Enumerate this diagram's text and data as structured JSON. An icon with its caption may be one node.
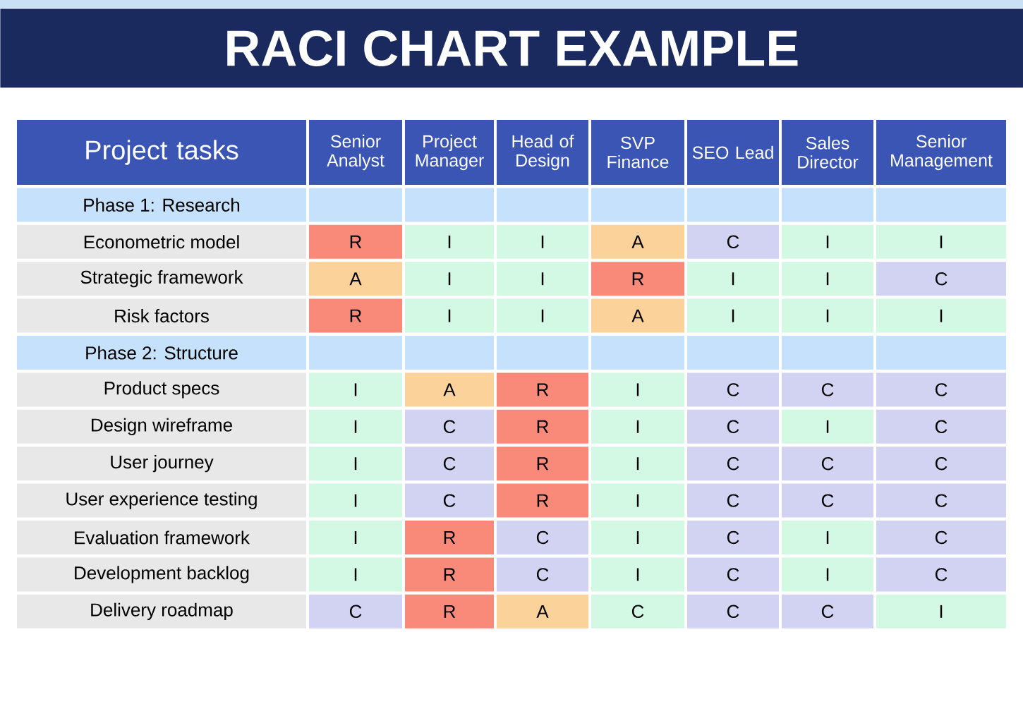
{
  "diagram": {
    "title": "RACI CHART EXAMPLE",
    "labels": [
      "Project tasks",
      "Senior Analyst",
      "Project Manager",
      "Head of Design",
      "SVP Finance",
      "SEO Lead",
      "Sales Director",
      "Senior Management",
      "Phase 1: Research",
      "Econometric model",
      "R",
      "I",
      "I",
      "A",
      "C",
      "I",
      "I",
      "Strategic framework",
      "A",
      "I",
      "I",
      "R",
      "I",
      "I",
      "C",
      "Risk factors",
      "R",
      "I",
      "I",
      "A",
      "I",
      "I",
      "I",
      "Phase 2: Structure",
      "Product specs",
      "I",
      "A",
      "R",
      "I",
      "C",
      "C",
      "C",
      "Design wireframe",
      "I",
      "C",
      "R",
      "I",
      "C",
      "I",
      "C",
      "User journey",
      "I",
      "C",
      "R",
      "I",
      "C",
      "C",
      "C",
      "User experience testing",
      "I",
      "C",
      "R",
      "I",
      "C",
      "C",
      "C",
      "Evaluation framework",
      "I",
      "R",
      "C",
      "I",
      "C",
      "I",
      "C",
      "Development backlog",
      "I",
      "R",
      "C",
      "I",
      "C",
      "I",
      "C",
      "Delivery roadmap",
      "C",
      "R",
      "A",
      "C",
      "C",
      "C",
      "I"
    ]
  }
}
